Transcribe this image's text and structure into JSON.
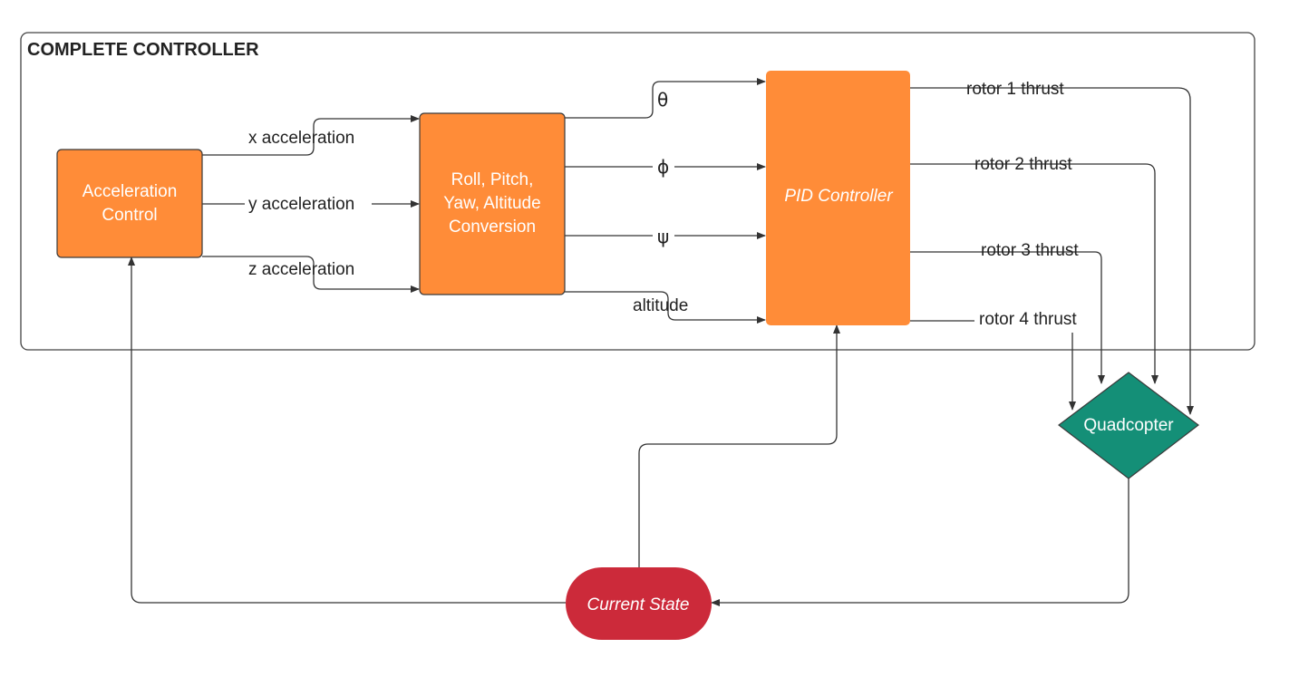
{
  "frame": {
    "title": "COMPLETE CONTROLLER"
  },
  "blocks": {
    "acceleration_control": {
      "line1": "Acceleration",
      "line2": "Control"
    },
    "rpy_conversion": {
      "line1": "Roll, Pitch,",
      "line2": "Yaw, Altitude",
      "line3": "Conversion"
    },
    "pid_controller": {
      "label": "PID Controller"
    },
    "quadcopter": {
      "label": "Quadcopter"
    },
    "current_state": {
      "label": "Current State"
    }
  },
  "edges": {
    "x_acceleration": "x acceleration",
    "y_acceleration": "y acceleration",
    "z_acceleration": "z acceleration",
    "theta": "θ",
    "phi": "ϕ",
    "psi": "ψ",
    "altitude": "altitude",
    "rotor1": "rotor 1 thrust",
    "rotor2": "rotor 2 thrust",
    "rotor3": "rotor 3 thrust",
    "rotor4": "rotor 4 thrust"
  },
  "colors": {
    "block_orange": "#ff8c38",
    "quadcopter_teal": "#148f77",
    "state_red": "#cc2a3a",
    "line": "#333333"
  }
}
